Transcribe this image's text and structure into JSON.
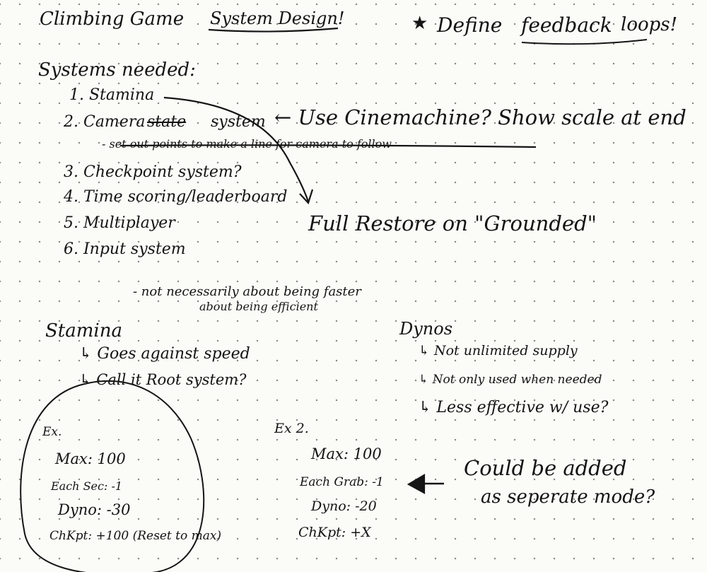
{
  "header": {
    "title": "Climbing Game",
    "subtitle": "System Design!",
    "star": "★",
    "define": "Define",
    "feedback": "feedback",
    "loops": "loops!"
  },
  "systems": {
    "heading": "Systems needed:",
    "items": [
      "1. Stamina",
      "2. Camera",
      "system",
      "3. Checkpoint system?",
      "4. Time scoring/leaderboard",
      "5. Multiplayer",
      "6. Input system"
    ],
    "camera_struck": "state",
    "camera_note": "← Use Cinemachine? Show scale at end",
    "camera_sub": "- set out points to make a line for camera to follow",
    "restore_note": "Full Restore on \"Grounded\""
  },
  "stamina": {
    "heading": "Stamina",
    "note_line1": "- not necessarily about being faster",
    "note_line2": "about being efficient",
    "bullets": [
      "↳ Goes against speed",
      "↳ Call it Root system?"
    ]
  },
  "dynos": {
    "heading": "Dynos",
    "bullets": [
      "↳ Not unlimited supply",
      "↳ Not only used when needed",
      "↳ Less effective w/ use?"
    ]
  },
  "example1": {
    "heading": "Ex.",
    "rows": [
      "Max: 100",
      "Each Sec: -1",
      "Dyno: -30",
      "ChKpt: +100 (Reset to max)"
    ]
  },
  "example2": {
    "heading": "Ex 2.",
    "rows": [
      "Max: 100",
      "Each Grab: -1",
      "Dyno: -20",
      "ChKpt: +X"
    ]
  },
  "mode_note": {
    "line1": "Could be added",
    "line2": "as seperate mode?"
  }
}
